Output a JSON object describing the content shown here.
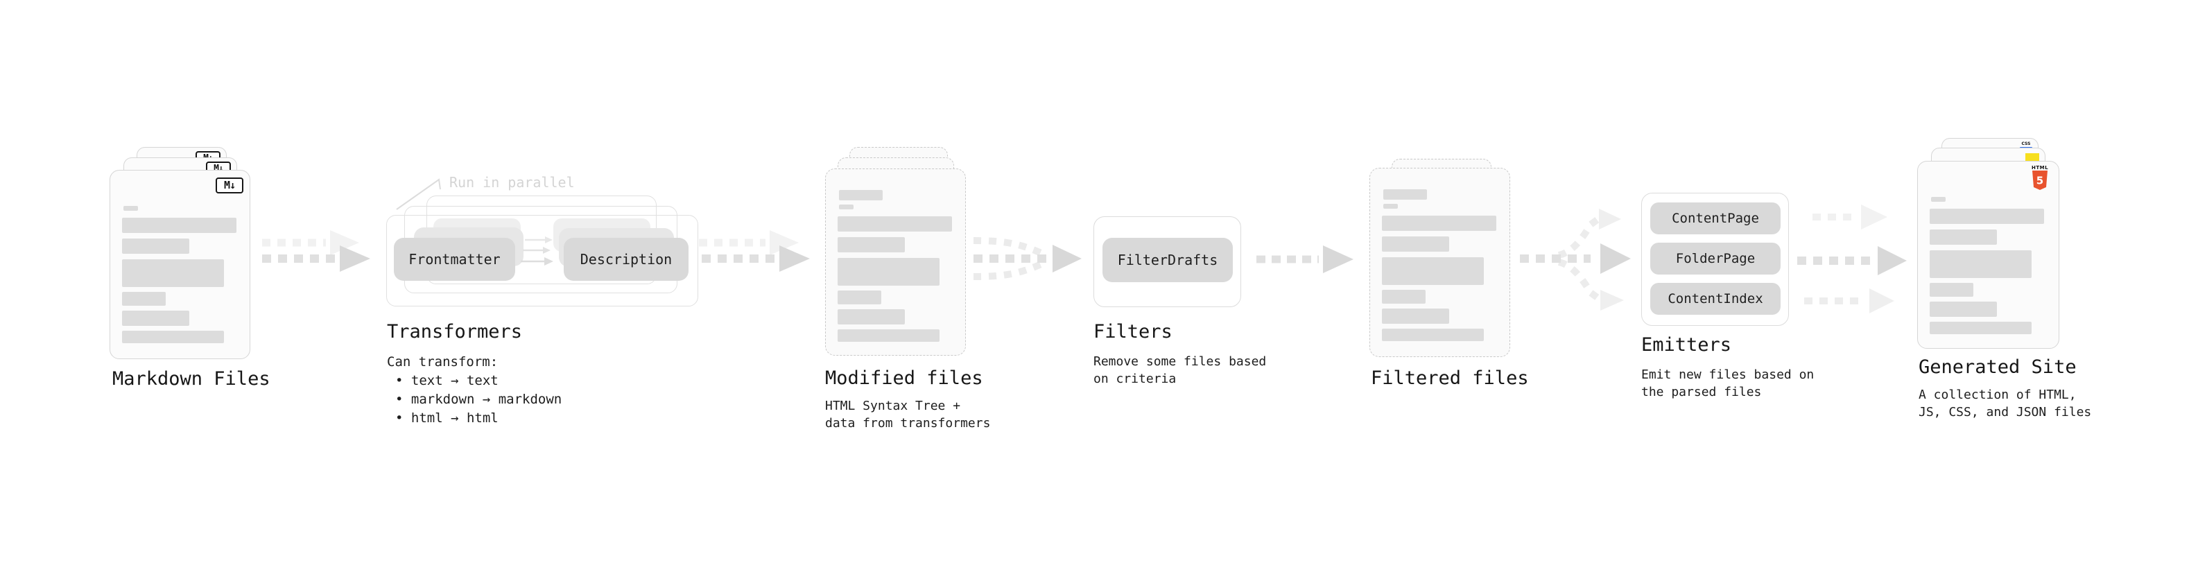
{
  "stages": {
    "markdown": {
      "title": "Markdown Files"
    },
    "transformers": {
      "title": "Transformers",
      "annotation": "Run in parallel",
      "desc_heading": "Can transform:",
      "bullets": [
        "• text → text",
        "• markdown → markdown",
        "• html → html"
      ],
      "node_from": "Frontmatter",
      "node_to": "Description"
    },
    "modified": {
      "title": "Modified files",
      "sub": [
        "HTML Syntax Tree +",
        "data from transformers"
      ]
    },
    "filters": {
      "title": "Filters",
      "sub": [
        "Remove some files based",
        "on criteria"
      ],
      "node": "FilterDrafts"
    },
    "filtered": {
      "title": "Filtered files"
    },
    "emitters": {
      "title": "Emitters",
      "sub": [
        "Emit new files based on",
        "the parsed files"
      ],
      "nodes": [
        "ContentPage",
        "FolderPage",
        "ContentIndex"
      ]
    },
    "generated": {
      "title": "Generated Site",
      "sub": [
        "A collection of HTML,",
        "JS, CSS, and JSON files"
      ]
    }
  },
  "icons": {
    "markdown_m": "M",
    "markdown_arrow": "↓",
    "html5_label": "HTML",
    "html5_numeral": "5",
    "css_label": "CSS"
  },
  "colors": {
    "node_fill": "#d9d9d9",
    "skeleton_bar": "#dcdcdc",
    "card_border": "#d6d6d6",
    "dashed_border": "#c9c9c9",
    "arrow_dark": "#e0e0e0",
    "arrow_dark_head": "#d8d8d8",
    "arrow_light": "#f0f0f0",
    "annotation_text": "#d4d4d4",
    "text": "#1a1a1a",
    "html5_orange": "#e8532e",
    "js_yellow": "#f7df1e",
    "css_blue": "#2f6fed"
  }
}
